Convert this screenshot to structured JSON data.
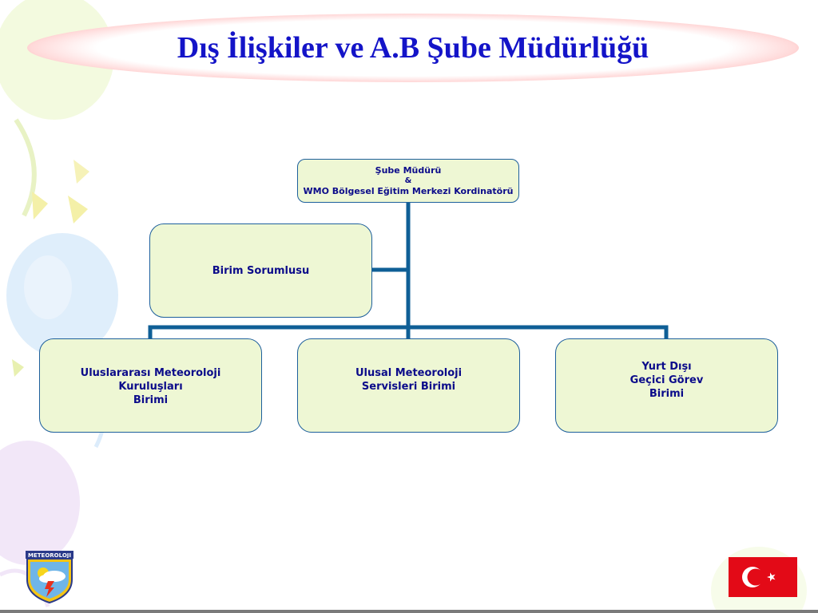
{
  "title": "Dış İlişkiler ve A.B Şube Müdürlüğü",
  "colors": {
    "title_text": "#1414c8",
    "banner_edge": "#f01818",
    "box_fill": "#eef7d4",
    "box_border": "#1d5f9c",
    "connector": "#0f5f96",
    "box_text": "#0b0b8a"
  },
  "org_chart": {
    "head": {
      "line1": "Şube Müdürü",
      "line2": "&",
      "line3": "WMO Bölgesel Eğitim Merkezi Kordinatörü"
    },
    "staff": {
      "label": "Birim Sorumlusu"
    },
    "units": [
      {
        "lines": [
          "Uluslararası Meteoroloji",
          "Kuruluşları",
          "Birimi"
        ]
      },
      {
        "lines": [
          "Ulusal  Meteoroloji",
          "Servisleri Birimi"
        ]
      },
      {
        "lines": [
          "Yurt Dışı",
          "Geçici Görev",
          "Birimi"
        ]
      }
    ]
  },
  "logo": {
    "text": "METEOROLOJI",
    "icon": "meteoroloji-emblem-icon"
  },
  "flag": {
    "icon": "turkish-flag-icon"
  }
}
